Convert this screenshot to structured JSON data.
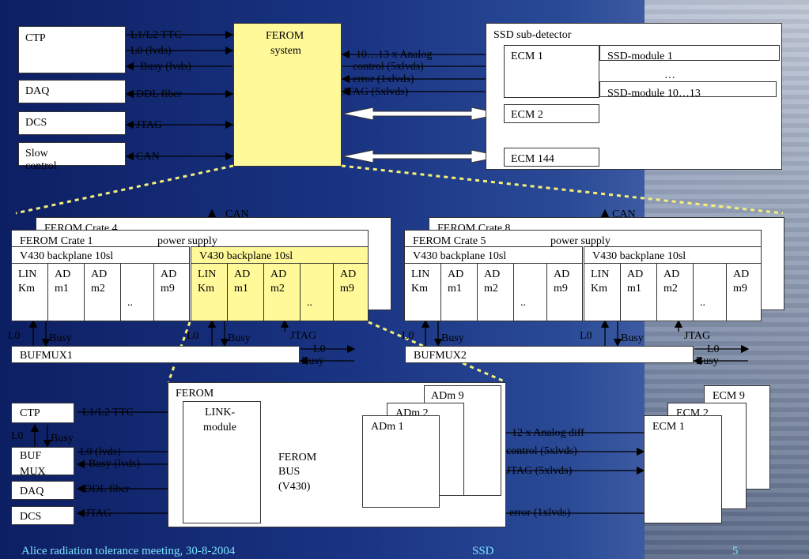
{
  "top": {
    "ctp": "CTP",
    "daq": "DAQ",
    "dcs": "DCS",
    "slow_control": "Slow control",
    "ferom_line1": "FEROM",
    "ferom_line2": "system",
    "sig_l1l2": "L1/L2 TTC",
    "sig_l0": "L0     (lvds)",
    "sig_busy": "Busy (lvds)",
    "sig_ddl": "DDL fiber",
    "sig_jtag": "JTAG",
    "sig_can": "CAN",
    "ssd_title": "SSD sub-detector",
    "ecm1": "ECM 1",
    "ecm2": "ECM 2",
    "ecm144": "ECM 144",
    "ssd_mod1": "SSD-module 1",
    "ssd_dots": "…",
    "ssd_mod10": "SSD-module 10…13",
    "analog": "10…13 x Analog",
    "control": "control (5xlvds)",
    "error": "error (1xlvds)",
    "jtag5": "JTAG (5xlvds)"
  },
  "mid": {
    "crate4": "FEROM Crate 4",
    "crate1": "FEROM Crate 1",
    "crate8": "FEROM Crate 8",
    "crate5": "FEROM Crate 5",
    "power": "power supply",
    "backplane": "V430 backplane 10sl",
    "lin1": "LIN",
    "lin2": "Km",
    "adm1a": "AD",
    "adm1b": "m1",
    "adm2a": "AD",
    "adm2b": "m2",
    "dots": "..",
    "adm9a": "AD",
    "adm9b": "m9",
    "can": "CAN",
    "l0": "L0",
    "busy": "Busy",
    "jtag": "JTAG",
    "bufmux1": "BUFMUX1",
    "bufmux2": "BUFMUX2"
  },
  "bottom": {
    "ferom": "FEROM",
    "link1": "LINK-",
    "link2": "module",
    "bus1": "FEROM",
    "bus2": "BUS",
    "bus3": "(V430)",
    "adm1": "ADm 1",
    "adm2": "ADm 2",
    "adm9": "ADm 9",
    "ecm1": "ECM 1",
    "ecm2": "ECM 2",
    "ecm9": "ECM 9",
    "ctp": "CTP",
    "buf1": "BUF",
    "buf2": "MUX",
    "daq": "DAQ",
    "dcs": "DCS",
    "l1l2": "L1/L2 TTC",
    "l0lvds": "L0     (lvds)",
    "busylvds": "Busy (lvds)",
    "ddl": "DDL fiber",
    "jtag": "JTAG",
    "l0": "L0",
    "busy": "Busy",
    "analog12": "12 x Analog diff",
    "control5": "control (5xlvds)",
    "jtag5": "JTAG (5xlvds)",
    "error1": "error (1xlvds)"
  },
  "footer": {
    "left": "Alice radiation tolerance meeting, 30-8-2004",
    "center": "SSD",
    "page": "5"
  }
}
